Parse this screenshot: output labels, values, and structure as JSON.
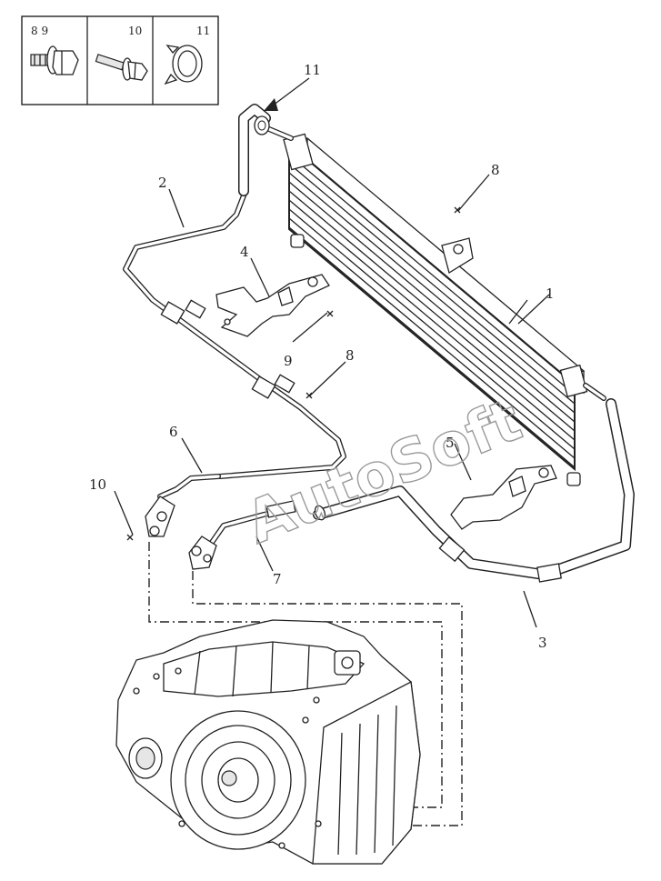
{
  "legend": {
    "cells": [
      {
        "numbers": "8      9",
        "item": "flange-bolt"
      },
      {
        "numbers": "10",
        "item": "bolt-with-washer"
      },
      {
        "numbers": "11",
        "item": "hose-clamp"
      }
    ]
  },
  "callouts": {
    "c1": "1",
    "c2": "2",
    "c3": "3",
    "c4": "4",
    "c5": "5",
    "c6": "6",
    "c7": "7",
    "c8a": "8",
    "c8b": "8",
    "c9": "9",
    "c10": "10",
    "c11": "11"
  },
  "watermark": "AutoSoft"
}
